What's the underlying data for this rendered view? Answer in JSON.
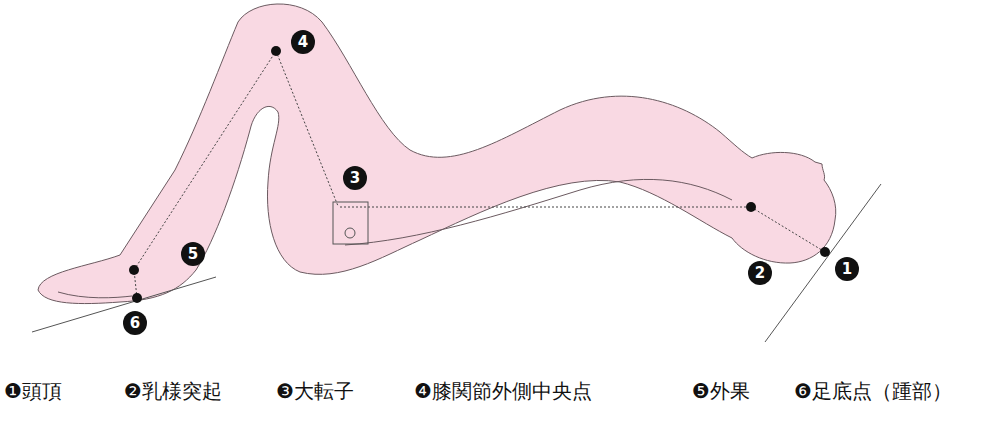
{
  "diagram": {
    "labels": [
      "1",
      "2",
      "3",
      "4",
      "5",
      "6",
      "❶頭頂",
      "❷乳様突起",
      "❸大転子",
      "❹膝関節外側中央点",
      "❺外果",
      "❻足底点（踵部）"
    ]
  }
}
